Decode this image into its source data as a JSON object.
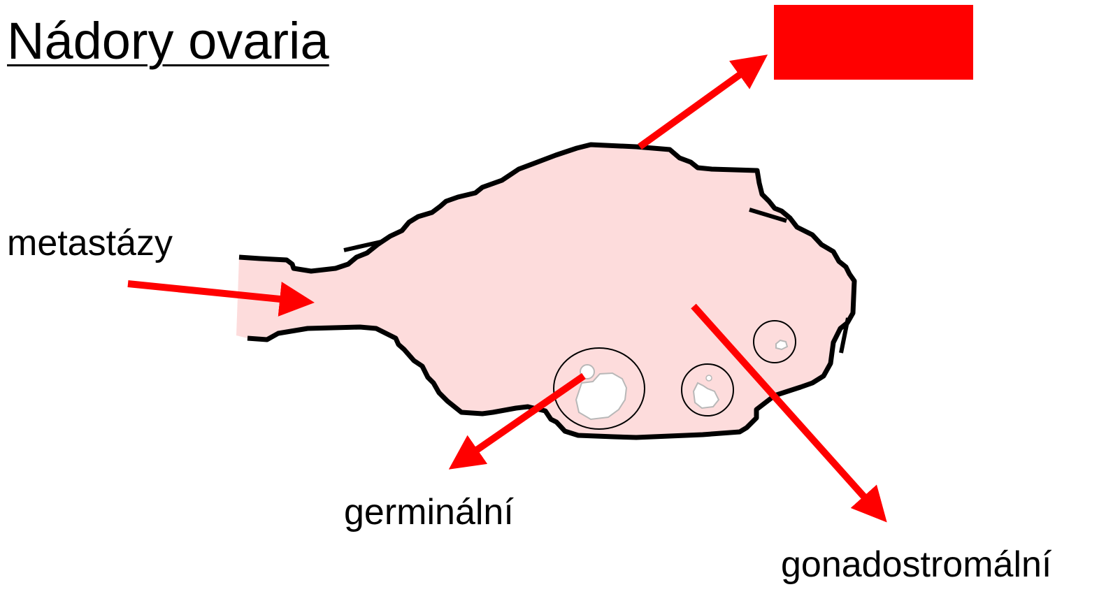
{
  "title": "Nádory ovaria",
  "labels": {
    "metastazy": "metastázy",
    "germinalni": "germinální",
    "gonadostromalni": "gonadostromální"
  },
  "colors": {
    "accent_red": "#ff0000",
    "ovary_fill": "#fddcdc",
    "outline": "#000000",
    "follicle_inner": "#ffffff",
    "follicle_inner_stroke": "#b8b8b8"
  },
  "icons": {
    "arrow": "red-arrow"
  }
}
